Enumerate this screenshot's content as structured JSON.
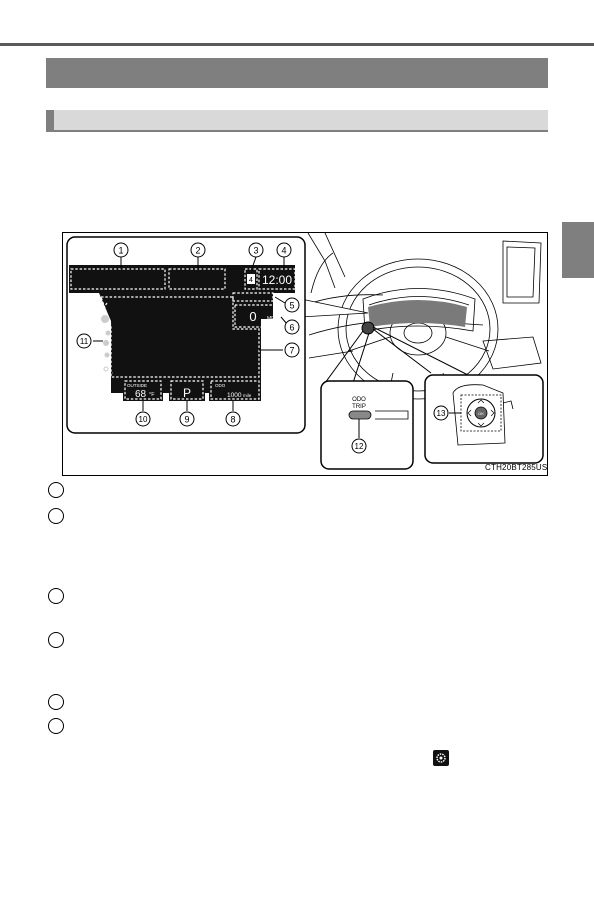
{
  "figure": {
    "caption": "CTH20BT285US",
    "callouts": [
      "1",
      "2",
      "3",
      "4",
      "5",
      "6",
      "7",
      "8",
      "9",
      "10",
      "11",
      "12",
      "13"
    ],
    "display": {
      "speed_value": "0",
      "speed_unit": "MPH",
      "clock": "12:00",
      "outside_label": "OUTSIDE",
      "outside_temp": "68",
      "temp_unit": "°F",
      "shift_position": "P",
      "odo_label": "ODO",
      "odo_value": "1000",
      "odo_unit": "mile",
      "badge": "4"
    },
    "button": {
      "line1": "ODO",
      "line2": "TRIP"
    },
    "switch": {
      "center_label": "OK"
    }
  }
}
